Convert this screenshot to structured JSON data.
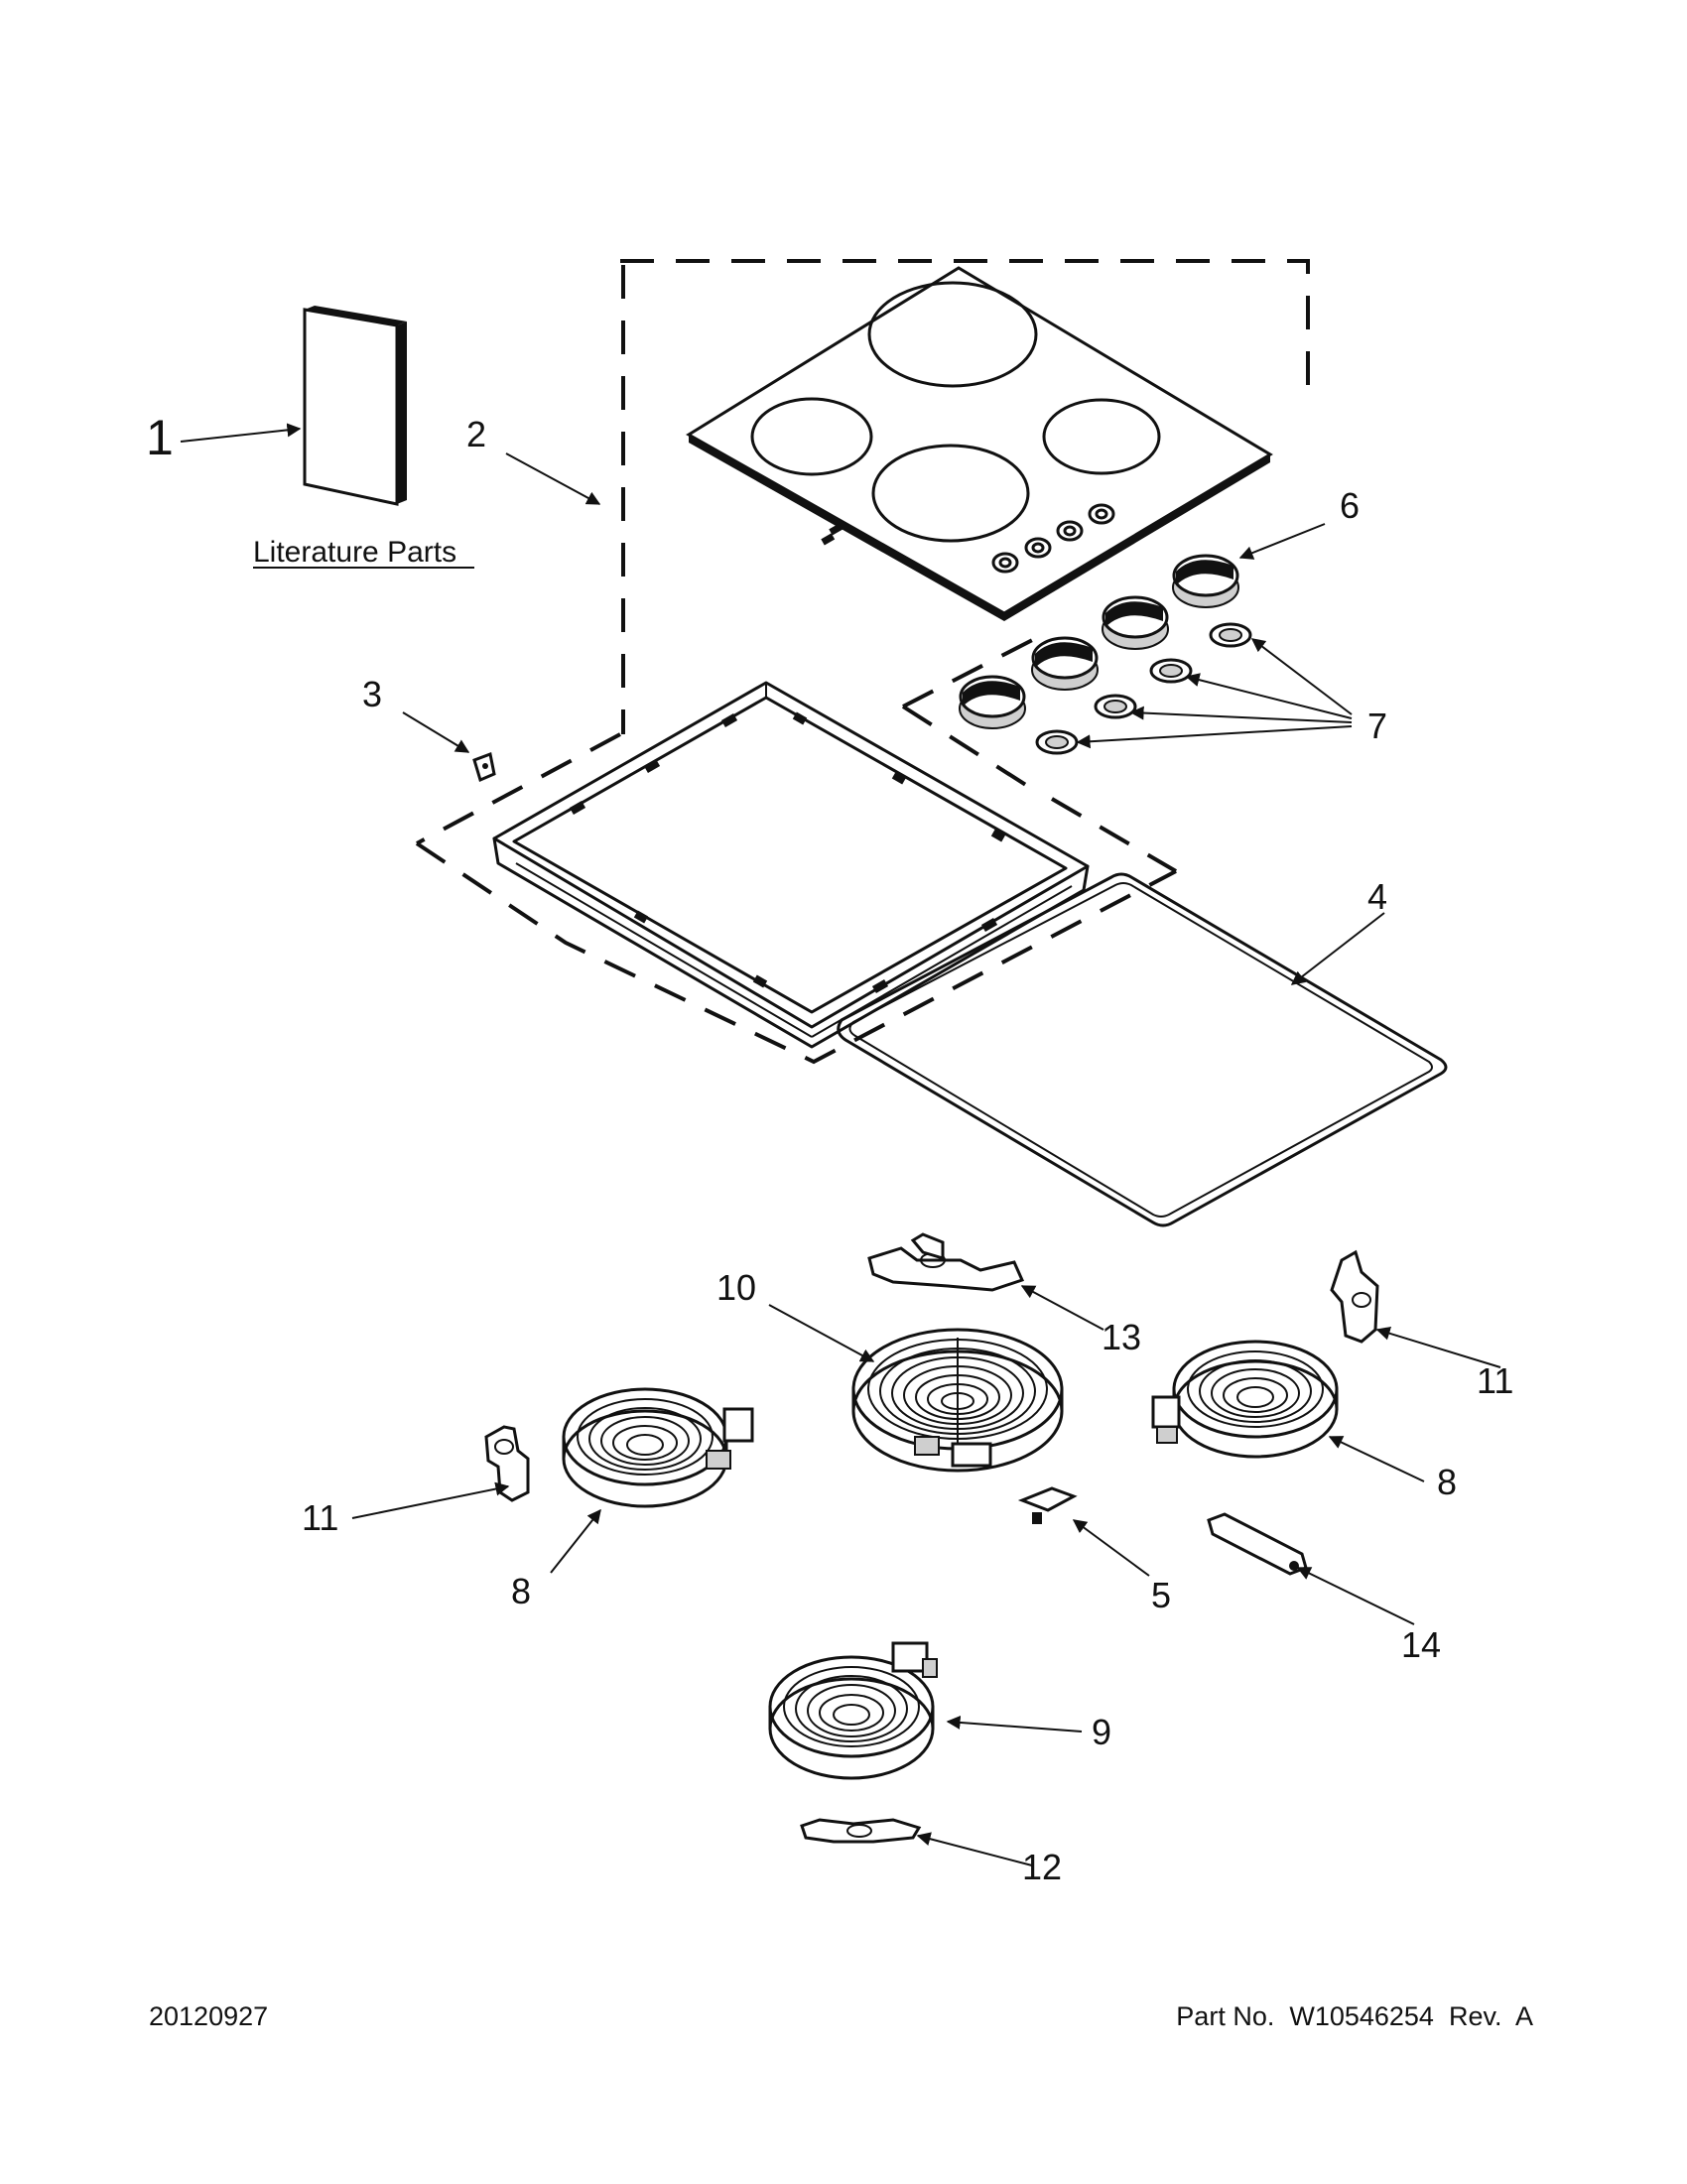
{
  "callouts": [
    {
      "id": "1",
      "label": "1"
    },
    {
      "id": "2",
      "label": "2"
    },
    {
      "id": "3",
      "label": "3"
    },
    {
      "id": "4",
      "label": "4"
    },
    {
      "id": "5",
      "label": "5"
    },
    {
      "id": "6",
      "label": "6"
    },
    {
      "id": "7",
      "label": "7"
    },
    {
      "id": "8a",
      "label": "8"
    },
    {
      "id": "8b",
      "label": "8"
    },
    {
      "id": "9",
      "label": "9"
    },
    {
      "id": "10",
      "label": "10"
    },
    {
      "id": "11a",
      "label": "11"
    },
    {
      "id": "11b",
      "label": "11"
    },
    {
      "id": "12",
      "label": "12"
    },
    {
      "id": "13",
      "label": "13"
    },
    {
      "id": "14",
      "label": "14"
    }
  ],
  "literature_label": "Literature Parts",
  "footer": {
    "date_code": "20120927",
    "part_number": "Part No.  W10546254  Rev.  A"
  }
}
